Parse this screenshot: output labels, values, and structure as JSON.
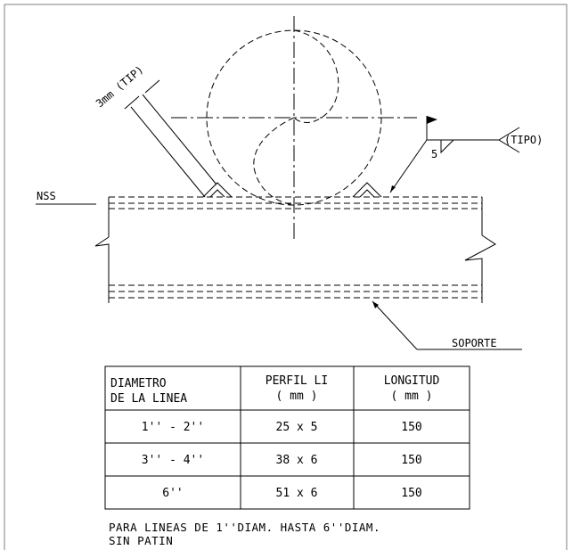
{
  "labels": {
    "weld_size_left": "3mm (TIP)",
    "nss": "NSS",
    "weld_size_right": "5",
    "weld_type": "(TIPO)",
    "support": "SOPORTE"
  },
  "table": {
    "headers": [
      [
        "DIAMETRO",
        "DE LA LINEA"
      ],
      [
        "PERFIL LI",
        "( mm )"
      ],
      [
        "LONGITUD",
        "( mm )"
      ]
    ],
    "rows": [
      [
        "1'' - 2''",
        "25 x 5",
        "150"
      ],
      [
        "3'' - 4''",
        "38 x 6",
        "150"
      ],
      [
        "6''",
        "51 x 6",
        "150"
      ]
    ]
  },
  "note": {
    "line1": "PARA LINEAS DE 1''DIAM. HASTA 6''DIAM.",
    "line2": "SIN PATIN"
  },
  "colors": {
    "line": "#000000",
    "border": "#7f7f7f",
    "background": "#ffffff"
  }
}
